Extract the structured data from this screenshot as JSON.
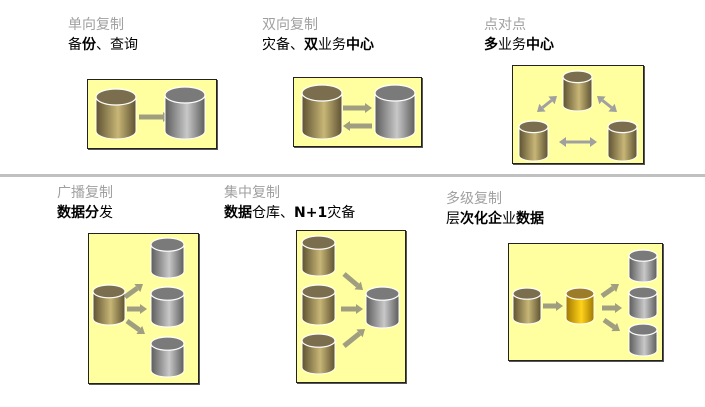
{
  "colors": {
    "box_fill": "#ffffa0",
    "category_text": "#a0a0a0",
    "usecase_text": "#000000",
    "divider": "#c0c0c0",
    "source_db": "#b3a264",
    "target_db": "#a8a8a8",
    "relay_db": "#f0c000",
    "arrow": "#a09e80",
    "peer_arrow": "#a0a0a0"
  },
  "panels": [
    {
      "id": "one-way",
      "category": "单向复制",
      "usecase": [
        {
          "text": "备",
          "bold": false
        },
        {
          "text": "份",
          "bold": true
        },
        {
          "text": "、查询",
          "bold": false
        }
      ]
    },
    {
      "id": "two-way",
      "category": "双向复制",
      "usecase": [
        {
          "text": "灾备、",
          "bold": false
        },
        {
          "text": "双",
          "bold": true
        },
        {
          "text": "业务",
          "bold": false
        },
        {
          "text": "中心",
          "bold": true
        }
      ]
    },
    {
      "id": "peer-to-peer",
      "category": "点对点",
      "usecase": [
        {
          "text": "多",
          "bold": true
        },
        {
          "text": "业务",
          "bold": false
        },
        {
          "text": "中心",
          "bold": true
        }
      ]
    },
    {
      "id": "broadcast",
      "category": "广播复制",
      "usecase": [
        {
          "text": "数据分",
          "bold": true
        },
        {
          "text": "发",
          "bold": false
        }
      ]
    },
    {
      "id": "consolidation",
      "category": "集中复制",
      "usecase": [
        {
          "text": "数据",
          "bold": true
        },
        {
          "text": "仓库、",
          "bold": false
        },
        {
          "text": "N+1",
          "bold": true
        },
        {
          "text": "灾备",
          "bold": false
        }
      ]
    },
    {
      "id": "cascade",
      "category": "多级复制",
      "usecase": [
        {
          "text": "层",
          "bold": false
        },
        {
          "text": "次化企",
          "bold": true
        },
        {
          "text": "业",
          "bold": false
        },
        {
          "text": "数据",
          "bold": true
        }
      ]
    }
  ]
}
